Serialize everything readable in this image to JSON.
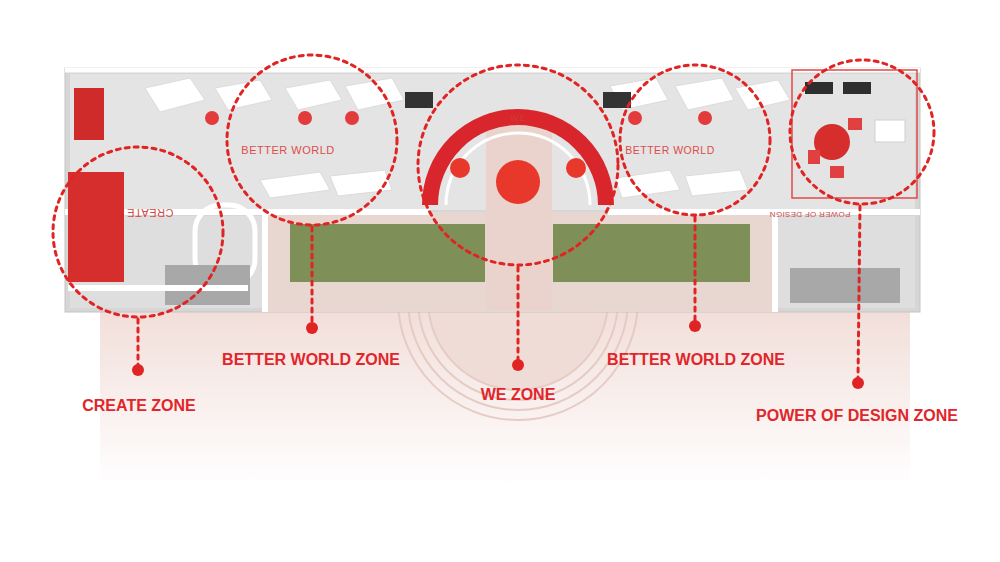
{
  "diagram": {
    "labels": [
      "BETTER WORLD",
      "WE",
      "BETTER WORLD",
      "CREATE",
      "POWER OF DESIGN",
      "CREATE ZONE",
      "BETTER WORLD ZONE",
      "WE ZONE",
      "BETTER WORLD ZONE",
      "POWER OF DESIGN ZONE"
    ]
  }
}
